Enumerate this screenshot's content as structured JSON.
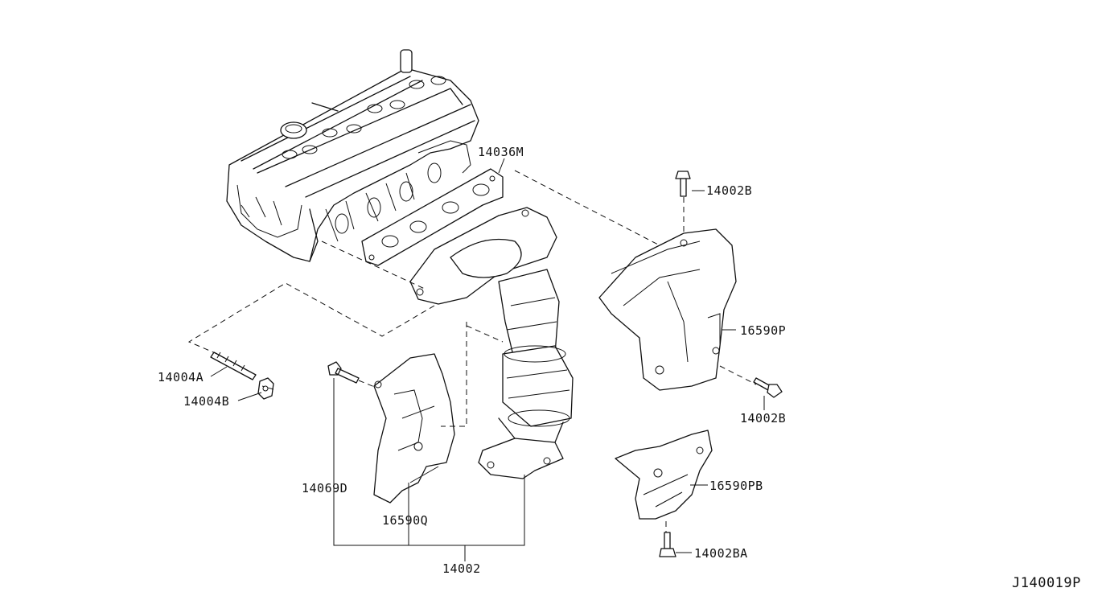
{
  "diagram_code": "J140019P",
  "callouts": {
    "gasket_manifold": "14036M",
    "bolt_top": "14002B",
    "stud": "14004A",
    "nut": "14004B",
    "heat_insulator_right": "16590P",
    "bolt_right": "14002B",
    "bolt_left": "14069D",
    "heat_insulator_left": "16590Q",
    "heat_insulator_lower": "16590PB",
    "bolt_lower": "14002BA",
    "manifold_assembly": "14002"
  }
}
